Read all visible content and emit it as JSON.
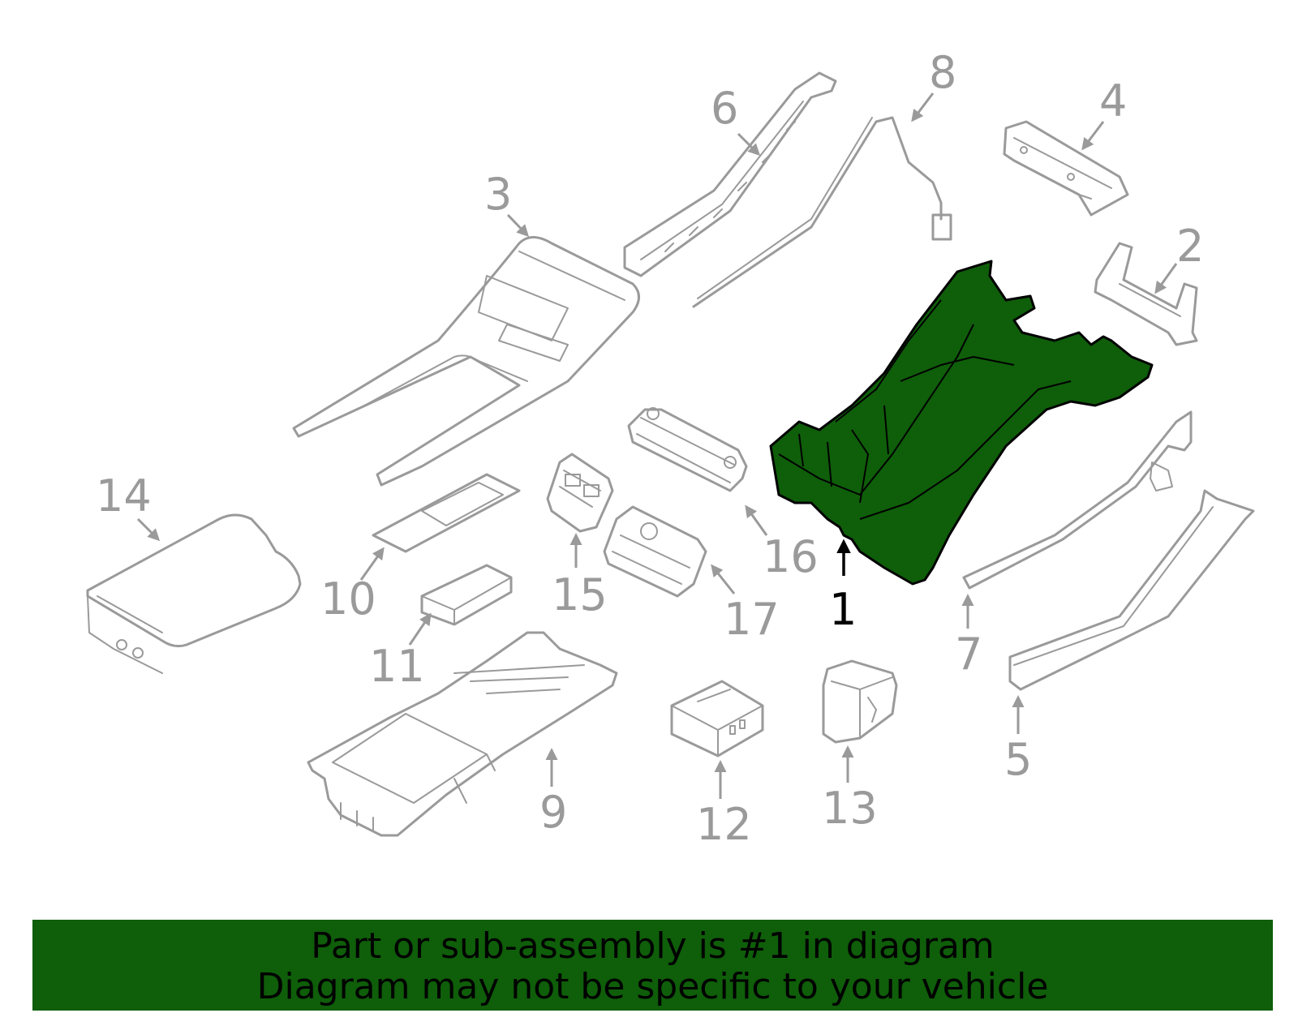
{
  "callouts": {
    "c1": "1",
    "c2": "2",
    "c3": "3",
    "c4": "4",
    "c5": "5",
    "c6": "6",
    "c7": "7",
    "c8": "8",
    "c9": "9",
    "c10": "10",
    "c11": "11",
    "c12": "12",
    "c13": "13",
    "c14": "14",
    "c15": "15",
    "c16": "16",
    "c17": "17"
  },
  "highlighted_part": "1",
  "colors": {
    "highlight": "#0f5e0a",
    "part_stroke": "#9a9a9a",
    "banner": "#0f5e0a",
    "text": "#000000"
  },
  "banner": {
    "line1": "Part or sub-assembly is #1 in diagram",
    "line2": "Diagram may not be specific to your vehicle"
  }
}
